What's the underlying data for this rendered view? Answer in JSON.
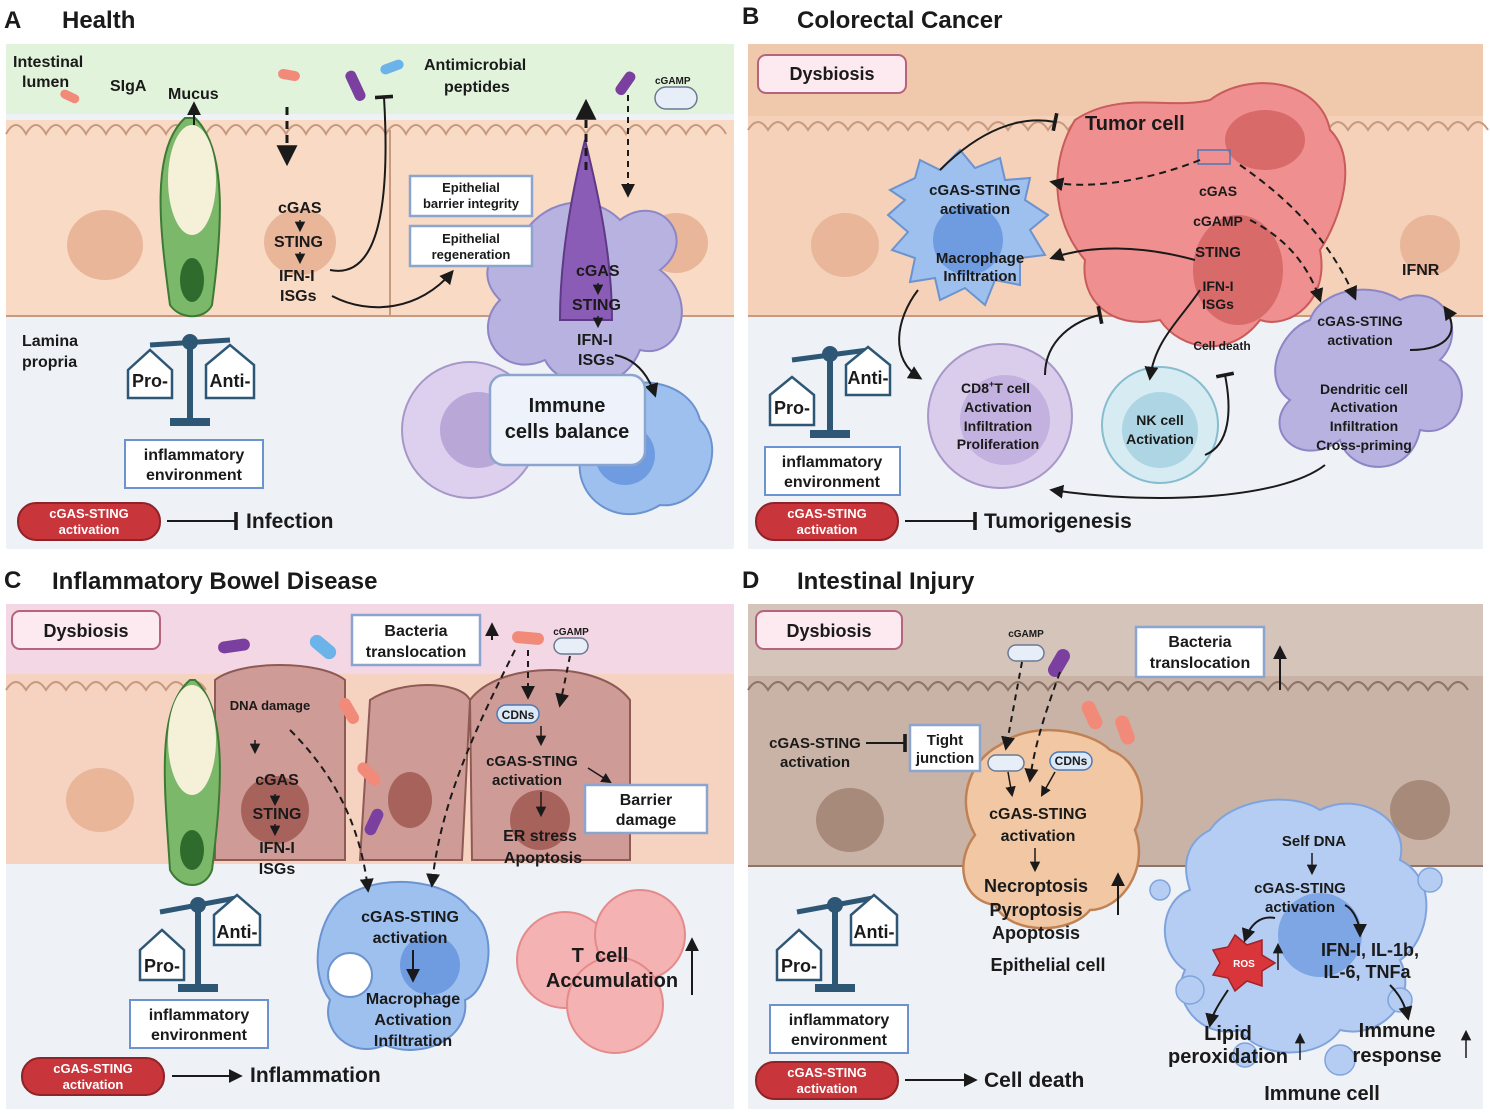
{
  "panels": {
    "a": {
      "letter": "A",
      "title": "Health",
      "lumen": [
        "Intestinal",
        "lumen"
      ],
      "siga": "SIgA",
      "mucus": "Mucus",
      "amp": [
        "Antimicrobial",
        "peptides"
      ],
      "cgamp": "cGAMP",
      "cgas": "cGAS",
      "sting": "STING",
      "ifn": "IFN-I",
      "isgs": "ISGs",
      "barrier": [
        "Epithelial",
        "barrier integrity"
      ],
      "regen": [
        "Epithelial",
        "regeneration"
      ],
      "dc_cgas": "cGAS",
      "dc_sting": "STING",
      "dc_ifn": "IFN-I",
      "dc_isgs": "ISGs",
      "lamina": [
        "Lamina",
        "propria"
      ],
      "pro": "Pro-",
      "anti": "Anti-",
      "env": [
        "inflammatory",
        "environment"
      ],
      "pill": [
        "cGAS-STING",
        "activation"
      ],
      "outcome": "Infection",
      "balance": [
        "Immune",
        "cells balance"
      ]
    },
    "b": {
      "letter": "B",
      "title": "Colorectal Cancer",
      "dysbiosis": "Dysbiosis",
      "tumor": "Tumor cell",
      "mac": [
        "cGAS-STING",
        "activation",
        "Macrophage",
        "Infiltration"
      ],
      "t_cgas": "cGAS",
      "t_cgamp": "cGAMP",
      "t_sting": "STING",
      "t_ifn": "IFN-I",
      "t_isgs": "ISGs",
      "t_death": "Cell death",
      "ifnr": "IFNR",
      "dc": [
        "cGAS-STING",
        "activation",
        "Dendritic cell",
        "Activation",
        "Infiltration",
        "Cross-priming"
      ],
      "cd8": [
        "CD8",
        "+",
        "T cell",
        "Activation",
        "Infiltration",
        "Proliferation"
      ],
      "nk": [
        "NK cell",
        "Activation"
      ],
      "pro": "Pro-",
      "anti": "Anti-",
      "env": [
        "inflammatory",
        "environment"
      ],
      "pill": [
        "cGAS-STING",
        "activation"
      ],
      "outcome": "Tumorigenesis"
    },
    "c": {
      "letter": "C",
      "title": "Inflammatory Bowel Disease",
      "dysbiosis": "Dysbiosis",
      "translocation": [
        "Bacteria",
        "translocation"
      ],
      "cgamp": "cGAMP",
      "dna_damage": "DNA damage",
      "cdns": "CDNs",
      "cgas": "cGAS",
      "sting": "STING",
      "ifn": "IFN-I",
      "isgs": "ISGs",
      "act": [
        "cGAS-STING",
        "activation"
      ],
      "er": [
        "ER stress",
        "Apoptosis"
      ],
      "barrier": [
        "Barrier",
        "damage"
      ],
      "mac": [
        "cGAS-STING",
        "activation",
        "Macrophage",
        "Activation",
        "Infiltration"
      ],
      "tcell": [
        "T  cell",
        "Accumulation"
      ],
      "pro": "Pro-",
      "anti": "Anti-",
      "env": [
        "inflammatory",
        "environment"
      ],
      "pill": [
        "cGAS-STING",
        "activation"
      ],
      "outcome": "Inflammation"
    },
    "d": {
      "letter": "D",
      "title": "Intestinal Injury",
      "dysbiosis": "Dysbiosis",
      "cgamp": "cGAMP",
      "translocation": [
        "Bacteria",
        "translocation"
      ],
      "left_act": [
        "cGAS-STING",
        "activation"
      ],
      "tight": [
        "Tight",
        "junction"
      ],
      "cdns": "CDNs",
      "epi_act": [
        "cGAS-STING",
        "activation"
      ],
      "death_types": [
        "Necroptosis",
        "Pyroptosis",
        "Apoptosis"
      ],
      "epi": "Epithelial cell",
      "self_dna": "Self DNA",
      "imm_act": [
        "cGAS-STING",
        "activation"
      ],
      "ros": "ROS",
      "cytokines": [
        "IFN-I, IL-1b,",
        "IL-6, TNFa"
      ],
      "lipid": [
        "Lipid",
        "peroxidation"
      ],
      "immune_resp": [
        "Immune",
        "response"
      ],
      "immune_cell": "Immune cell",
      "pro": "Pro-",
      "anti": "Anti-",
      "env": [
        "inflammatory",
        "environment"
      ],
      "pill": [
        "cGAS-STING",
        "activation"
      ],
      "outcome": "Cell death"
    }
  },
  "colors": {
    "lumen_green": "#e2f3db",
    "epi_peach": "#f9dac4",
    "lamina": "#eef1f6",
    "crc_bg": "#f0c9ad",
    "ibd_pink": "#f4d7e4",
    "ibd_epi": "#cf9b96",
    "inj_bg": "#c9b3a6",
    "pill_red": "#c8353b",
    "balance_blue": "#2e5775",
    "box_stroke": "#8ba5cf",
    "tumor_red": "#ef8f8f",
    "dc_purple": "#b8b2e0",
    "mac_blue": "#9ec0ef",
    "goblet_green": "#7cb86a",
    "cell_lilac": "#d9cdeb"
  }
}
